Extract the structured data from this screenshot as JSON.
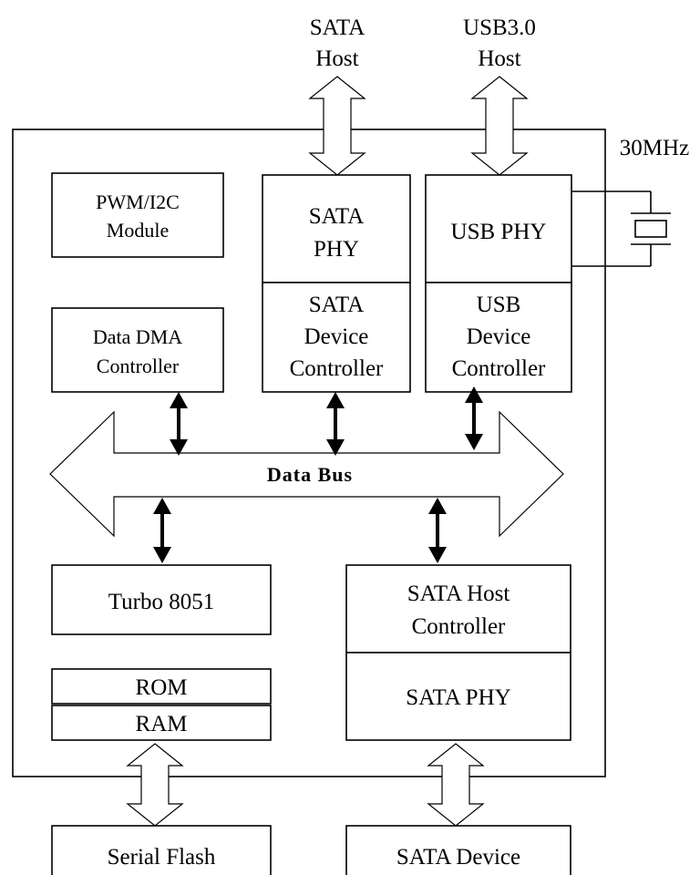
{
  "external": {
    "sata_host": [
      "SATA",
      "Host"
    ],
    "usb_host": [
      "USB3.0",
      "Host"
    ],
    "clock": "30MHz"
  },
  "blocks": {
    "pwm_i2c": [
      "PWM/I2C",
      "Module"
    ],
    "data_dma": [
      "Data DMA",
      "Controller"
    ],
    "sata_phy_top": [
      "SATA",
      "PHY"
    ],
    "sata_device_controller": [
      "SATA",
      "Device",
      "Controller"
    ],
    "usb_phy": "USB PHY",
    "usb_device_controller": [
      "USB",
      "Device",
      "Controller"
    ],
    "data_bus": "Data Bus",
    "turbo_8051": "Turbo 8051",
    "rom": "ROM",
    "ram": "RAM",
    "sata_host_controller": [
      "SATA Host",
      "Controller"
    ],
    "sata_phy_bottom": "SATA PHY"
  },
  "peripherals": {
    "serial_flash": "Serial Flash",
    "sata_device": "SATA Device"
  }
}
